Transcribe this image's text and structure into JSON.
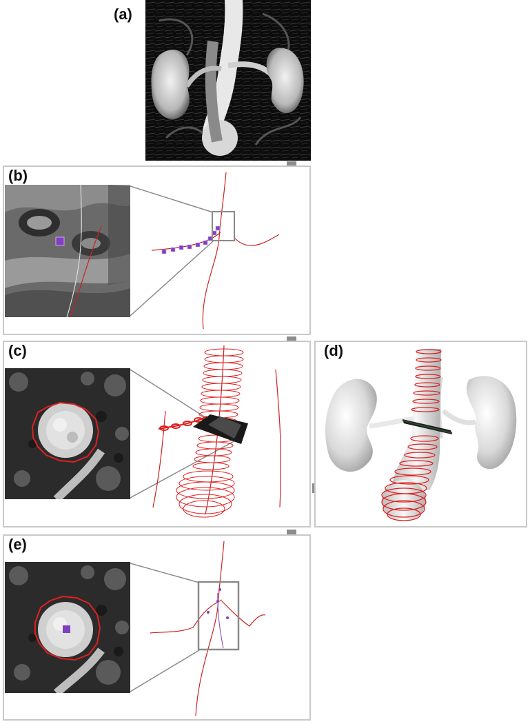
{
  "panels": {
    "a": {
      "label": "(a)"
    },
    "b": {
      "label": "(b)"
    },
    "c": {
      "label": "(c)"
    },
    "d": {
      "label": "(d)"
    },
    "e": {
      "label": "(e)"
    }
  },
  "colors": {
    "frame": "#c8c8c8",
    "arrow": "#8c8c8c",
    "centerline": "#cc2222",
    "seed": "#8040c0",
    "contour": "#e02020",
    "organ": "#e6e6e6"
  }
}
